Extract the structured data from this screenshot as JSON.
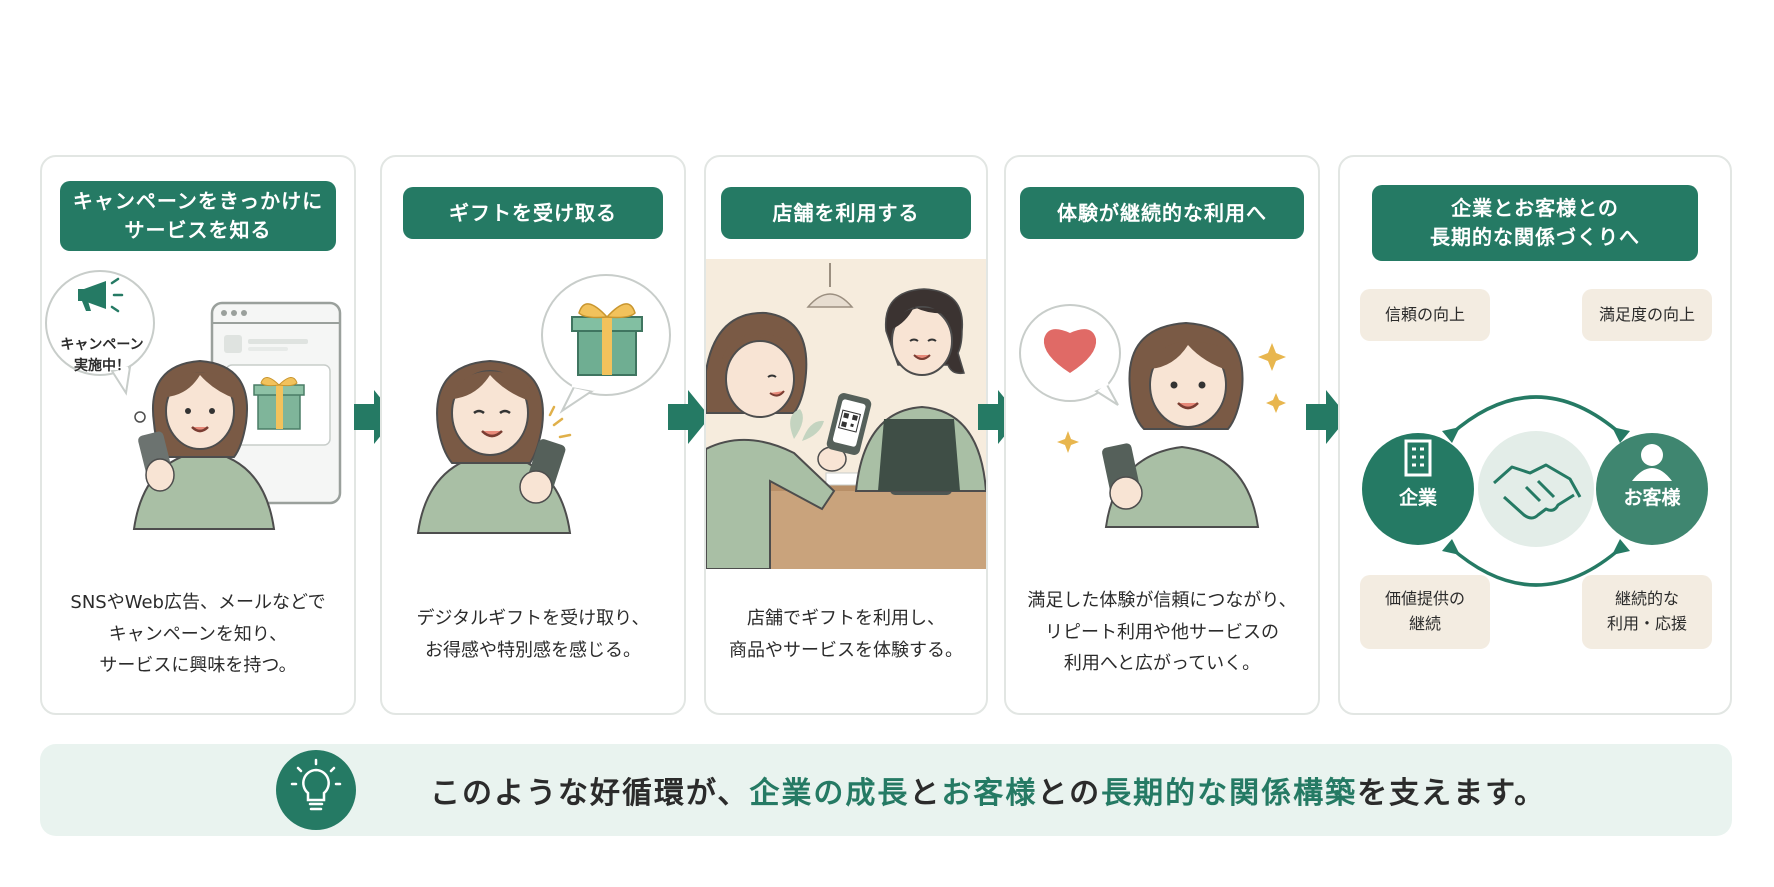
{
  "steps": [
    {
      "title": "キャンペーンをきっかけに\nサービスを知る",
      "description": "SNSやWeb広告、メールなどで\nキャンペーンを知り、\nサービスに興味を持つ。",
      "bubble": "キャンペーン\n実施中！"
    },
    {
      "title": "ギフトを受け取る",
      "description": "デジタルギフトを受け取り、\nお得感や特別感を感じる。"
    },
    {
      "title": "店舗を利用する",
      "description": "店舗でギフトを利用し、\n商品やサービスを体験する。"
    },
    {
      "title": "体験が継続的な利用へ",
      "description": "満足した体験が信頼につながり、\nリピート利用や他サービスの\n利用へと広がっていく。"
    },
    {
      "title": "企業とお客様との\n長期的な関係づくりへ"
    }
  ],
  "cycle": {
    "company": "企業",
    "customer": "お客様",
    "tags": {
      "top_left": "信頼の向上",
      "top_right": "満足度の向上",
      "bottom_left": "価値提供の\n継続",
      "bottom_right": "継続的な\n利用・応援"
    }
  },
  "banner": {
    "parts": [
      "このような好循環が、",
      "企業の成長",
      "と",
      "お客様",
      "との",
      "長期的な関係構築",
      "を支えます。"
    ]
  },
  "colors": {
    "accent": "#257a64",
    "accent_light": "#e9f3ef",
    "tag_bg": "#f3ece1",
    "figure_green": "#a9bfa5",
    "hair": "#7a5a45"
  },
  "icons": [
    "megaphone-icon",
    "gift-icon",
    "smartphone-icon",
    "qr-code-icon",
    "heart-icon",
    "sparkle-icon",
    "building-icon",
    "person-icon",
    "handshake-icon",
    "lightbulb-icon",
    "arrow-right-icon"
  ]
}
